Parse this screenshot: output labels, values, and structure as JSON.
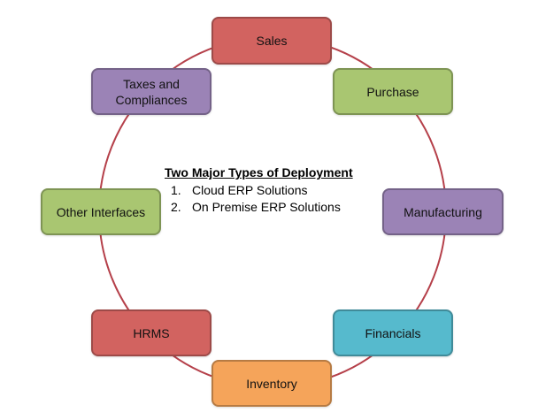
{
  "ring_color": "#b5404a",
  "nodes": {
    "sales": {
      "label": "Sales",
      "color": "#d26360"
    },
    "purchase": {
      "label": "Purchase",
      "color": "#a9c671"
    },
    "manufacturing": {
      "label": "Manufacturing",
      "color": "#9b83b6"
    },
    "financials": {
      "label": "Financials",
      "color": "#56bacd"
    },
    "inventory": {
      "label": "Inventory",
      "color": "#f5a45a"
    },
    "hrms": {
      "label": "HRMS",
      "color": "#d26360"
    },
    "other_interfaces": {
      "label": "Other Interfaces",
      "color": "#a9c671"
    },
    "taxes": {
      "label": "Taxes and\nCompliances",
      "color": "#9b83b6"
    }
  },
  "center": {
    "title": "Two Major Types of Deployment",
    "items": [
      {
        "num": "1.",
        "text": "Cloud ERP Solutions"
      },
      {
        "num": "2.",
        "text": "On Premise ERP Solutions"
      }
    ]
  }
}
